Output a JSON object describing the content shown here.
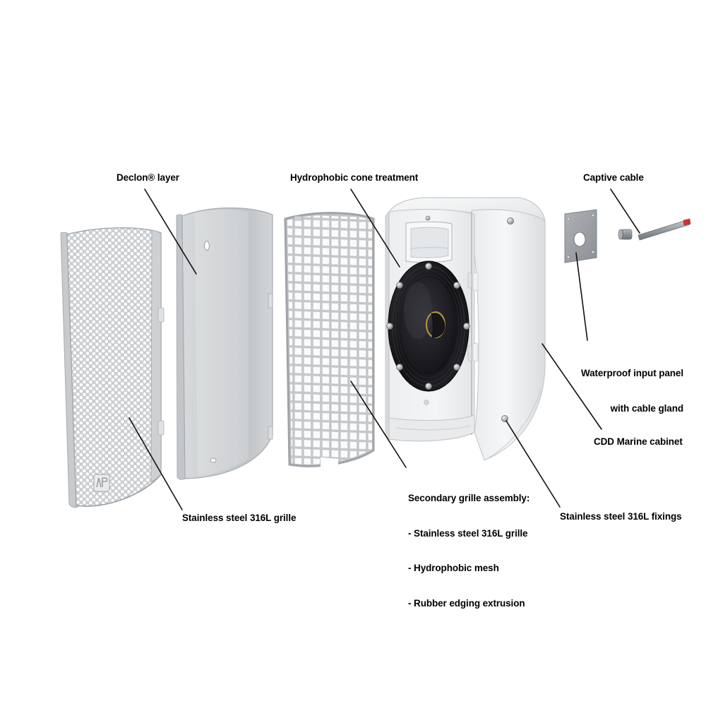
{
  "diagram": {
    "title": "CDD Marine loudspeaker exploded view",
    "background_color": "#ffffff",
    "label_color": "#000000",
    "leader_color": "#111111",
    "metal_grey": "#b9bdc0",
    "panel_grey": "#c8ccce",
    "cabinet_white": "#f2f3f4",
    "cone_black": "#111114",
    "accent_gold": "#b79a3c",
    "cable_red": "#d0342c"
  },
  "callouts": {
    "declon_layer": "Declon® layer",
    "hydrophobic_cone": "Hydrophobic cone treatment",
    "captive_cable": "Captive cable",
    "waterproof_panel_line1": "Waterproof input panel",
    "waterproof_panel_line2": "with cable gland",
    "cdd_marine_cabinet": "CDD Marine cabinet",
    "stainless_fixings": "Stainless steel 316L fixings",
    "stainless_grille": "Stainless steel 316L grille",
    "secondary_grille_title": "Secondary grille assembly:",
    "secondary_grille_item1": "- Stainless steel 316L grille",
    "secondary_grille_item2": "- Hydrophobic mesh",
    "secondary_grille_item3": "- Rubber edging extrusion"
  },
  "parts": [
    {
      "id": "perforated-grille",
      "name": "Stainless steel 316L perforated grille"
    },
    {
      "id": "declon-panel",
      "name": "Declon acoustic damping layer panel"
    },
    {
      "id": "mesh-grille",
      "name": "Secondary square-mesh grille"
    },
    {
      "id": "cabinet",
      "name": "CDD Marine cabinet with woofer and horn"
    },
    {
      "id": "input-panel",
      "name": "Waterproof input panel plate"
    },
    {
      "id": "cable-gland",
      "name": "Cable gland"
    },
    {
      "id": "captive-cable",
      "name": "Captive cable"
    }
  ]
}
